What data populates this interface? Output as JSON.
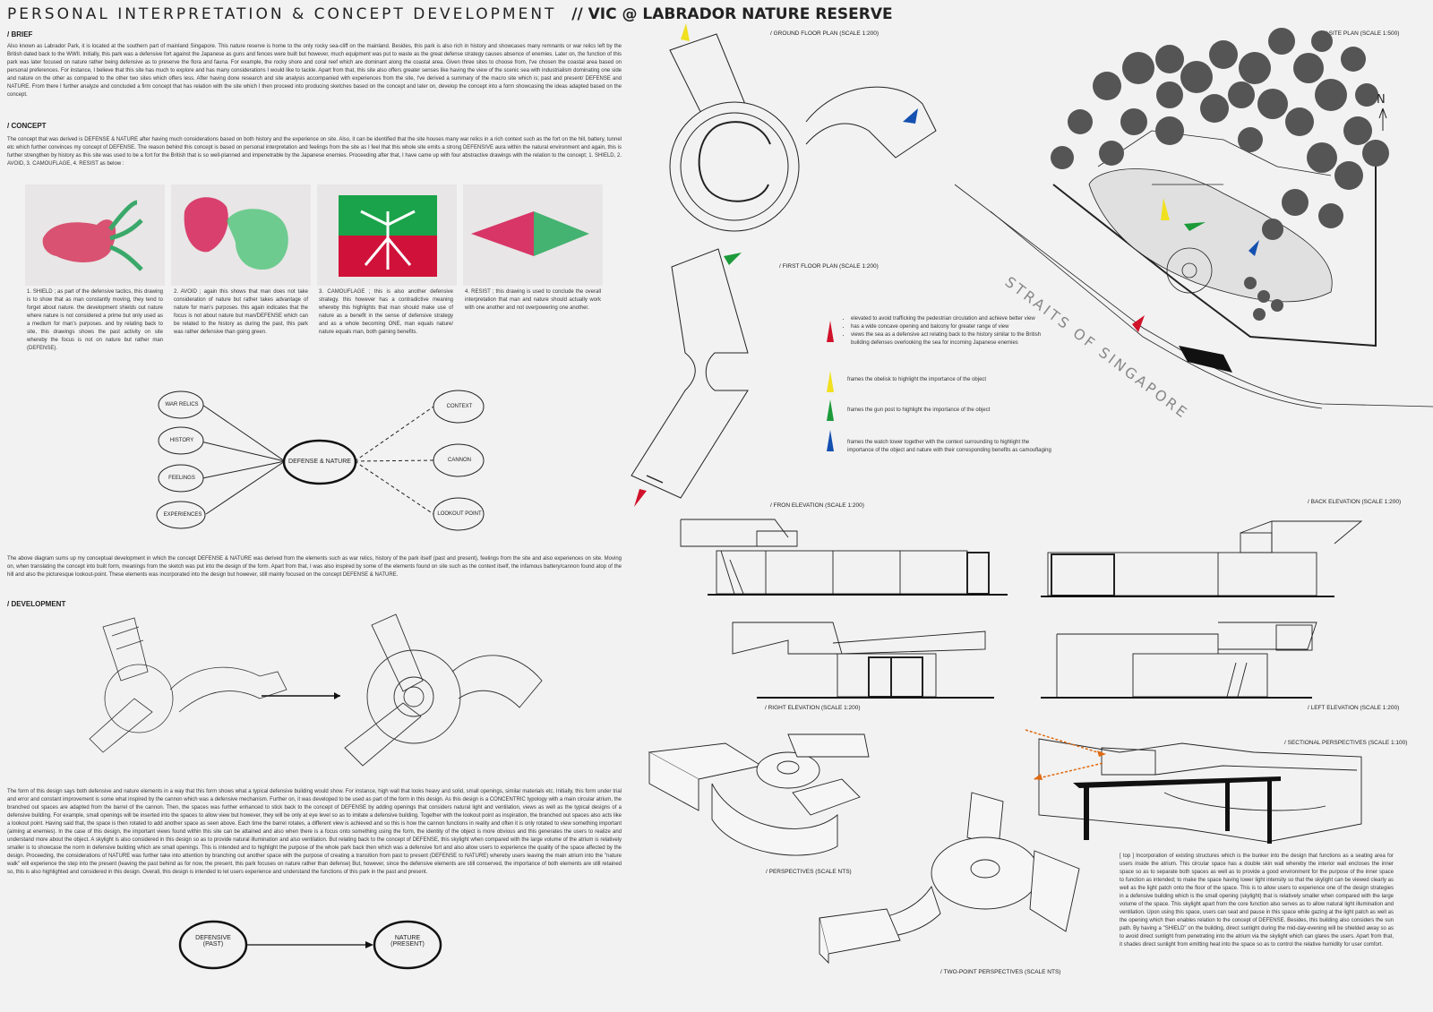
{
  "title": {
    "main": "PERSONAL INTERPRETATION & CONCEPT DEVELOPMENT",
    "sub": "// VIC @ LABRADOR NATURE RESERVE"
  },
  "brief": {
    "heading": "/ BRIEF",
    "text": "Also known as Labrador Park, it is located at the southern part of mainland Singapore. This nature reserve is home to the only rocky sea-cliff on the mainland. Besides, this park is also rich in history and showcases many remnants or war relics left by the British dated back to the WWII. Initially, this park was a defensive fort against the Japanese as guns and fences were built but however, much equipment was put to waste as the great defense strategy causes absence of enemies. Later on, the function of this park was later focused on nature rather being defensive as to preserve the flora and fauna. For example, the rocky shore and coral reef which are dominant along the coastal area. Given three sites to choose from, I've chosen the coastal area based on personal preferences. For instance, I believe that this site has much to explore and has many considerations I would like to tackle. Apart from that, this site also offers greater senses like having the view of the scenic sea with industrialism dominating one side and nature on the other as compared to the other two sites which offers less. After having done research and site analysis accompanied with experiences from the site, I've derived a summary of the macro site which is; past and present/ DEFENSE and NATURE. From there I further analyze and concluded a firm concept that has relation with the site which I then proceed into producing sketches based on the concept and later on, develop the concept into a form showcasing the ideas adapted based on the concept."
  },
  "concept": {
    "heading": "/ CONCEPT",
    "text": "The concept that was derived is DEFENSE & NATURE after having much considerations based on both history and the experience on site. Also, it can be identified that the site houses many war relics in a rich context such as the fort on the hill, battery, tunnel etc which further convinces my concept of DEFENSE. The reason behind this concept is based on personal interpretation and feelings from the site as I feel that this whole site emits a strong DEFENSIVE aura within the natural environment and again, this is further strengthen by history as this site was used to be a fort for the British that is so well-planned and impenetrable by the Japanese enemies. Proceeding after that, I have came up with four abstractive drawings with the relation to the concept; 1. SHIELD, 2. AVOID, 3. CAMOUFLAGE, 4. RESIST as below :"
  },
  "drawings": [
    {
      "caption": "1. SHIELD ; as part of the defensive tactics, this drawing is to show that as man constantly moving, they tend to forget about nature. the development shields out nature where nature is not considered a prime but only used as a medium for man's purposes. and by relating back to site, this drawings shows the past activity on site whereby the focus is not on nature but rather man (DEFENSE)."
    },
    {
      "caption": "2. AVOID ; again this shows that man does not take consideration of nature but rather takes advantage of nature for man's purposes. this again indicates that the focus is not about nature but man/DEFENSE which can be related to the history as during the past, this park was rather defensive than going green."
    },
    {
      "caption": "3. CAMOUFLAGE ; this is also another defensive strategy. this however has a contradictive meaning whereby this highlights that man should make use of nature as a benefit in the sense of defensive strategy and as a whole becoming ONE, man equals nature/ nature equals man, both gaining benefits."
    },
    {
      "caption": "4. RESIST ; this drawing is used to conclude the overall interpretation that man and nature should actually work with one another and not overpowering one another."
    }
  ],
  "mindmap": {
    "center": "DEFENSE & NATURE",
    "left": [
      "WAR RELICS",
      "HISTORY",
      "FEELINGS",
      "EXPERIENCES"
    ],
    "right": [
      "CONTEXT",
      "CANNON",
      "LOOKOUT POINT"
    ]
  },
  "summary_text": "The above diagram sums up my conceptual development in which the concept DEFENSE & NATURE was derived from the elements such as war relics, history of the park itself (past and present), feelings from the site and also experiences on site. Moving on, when translating the concept into built form, meanings from the sketch was put into the design of the form. Apart from that, I was also inspired by some of the elements found on site such as the context itself, the infamous battery/cannon found atop of the hill and also the picturesque lookout-point. These elements was incorporated into the design but however, still mainly focused on the concept DEFENSE & NATURE.",
  "development": {
    "heading": "/ DEVELOPMENT",
    "text": "The form of this design says both defensive and nature elements in a way that this form shows what a typical defensive building would show. For instance, high wall that looks heavy and solid, small openings, similar materials etc. Initially, this form under trial and error and constant improvement is some what inspired by the cannon which was a defensive mechanism. Further on, it was developed to be used as part of the form in this design. As this design is a CONCENTRIC typology with a main circular atrium, the branched out spaces are adapted from the barrel of the cannon. Then, the spaces was further enhanced to stick back to the concept of DEFENSE by adding openings that considers natural light and ventilation, views as well as the typical designs of a defensive building. For example, small openings will be inserted into the spaces to allow view but however, they will be only at eye level so as to imitate a defensive building. Together with the lookout point as inspiration, the branched out spaces also acts like a lookout point. Having said that, the space is then rotated to add another space as seen above. Each time the barrel rotates, a different view is achieved and so this is how the cannon functions in reality and often it is only rotated to view something important (aiming at enemies). In the case of this design, the important views found within this site can be attained and also when there is a focus onto something using the form, the identity of the object is more obvious and this generates the users to realize and understand more about the object. A skylight is also considered in this design so as to provide natural illumination and also ventilation. But relating back to the concept of DEFENSE, this skylight when compared with the large volume of the atrium is relatively smaller is to showcase the norm in defensive building which are small openings. This is intended and to highlight the purpose of the whole park back then which was a defensive fort and also allow users to experience the quality of the space affected by the design. Proceeding, the considerations of NATURE was further take into attention by branching out another space with the purpose of creating a transition from past to present (DEFENSE to NATURE) whereby users leaving the main atrium into the \"nature walk\" will experience the step into the present (leaving the past behind as for now, the present, this park focuses on nature rather than defense) But, however, since the defensive elements are still conserved, the importance of both elements are still retained so, this is also highlighted and considered in this design. Overall, this design is intended to let users experience and understand the functions of this park in the past and present.",
    "from": "DEFENSIVE (PAST)",
    "to": "NATURE (PRESENT)"
  },
  "labels": {
    "ground": "/ GROUND FLOOR PLAN (SCALE 1:200)",
    "first": "/ FIRST FLOOR PLAN (SCALE 1:200)",
    "site": "/ SITE PLAN (SCALE 1:500)",
    "front": "/ FRON ELEVATION (SCALE 1:200)",
    "back": "/ BACK ELEVATION (SCALE 1:200)",
    "right": "/ RIGHT ELEVATION (SCALE 1:200)",
    "left": "/ LEFT ELEVATION (SCALE 1:200)",
    "sectional": "/ SECTIONAL PERSPECTIVES (SCALE 1:100)",
    "persp": "/ PERSPECTIVES (SCALE NTS)",
    "twopoint": "/ TWO-POINT PERSPECTIVES (SCALE NTS)",
    "straits": "STRAITS OF SINGAPORE",
    "north": "N"
  },
  "legend": {
    "red": [
      "elevated to avoid trafficking the pedestrian circulation and achieve better view",
      "has a wide concave opening and balcony for greater range of view",
      "views the sea as a defensive act relating back to the history similar to the British building defenses overlooking the sea for incoming Japanese enemies"
    ],
    "yellow": "frames the obelisk to highlight the importance of the object",
    "green": "frames the gun post to highlight the importance of the object",
    "blue": "frames the watch tower together with the context surrounding to highlight the importance of the object and nature with their corresponding benefits as camouflaging"
  },
  "sectional_text": "[ top ] Incorporation of existing structures which is the bunker into the design that functions as a seating area for users inside the atrium. This circular space has a double skin wall whereby the interior wall encloses the inner space so as to separate both spaces as well as to provide a good environment for the purpose of the inner space to function as intended; to make the space having lower light intensity so that the skylight can be viewed clearly as well as the light patch onto the floor of the space. This is to allow users to experience one of the design strategies in a defensive building which is the small opening (skylight) that is relatively smaller when compared with the large volume of the space. This skylight apart from the core function also serves as to allow natural light illumination and ventilation. Upon using this space, users can seat and pause in this space while gazing at the light patch as well as the opening which then enables relation to the concept of DEFENSE. Besides, this building also considers the sun path. By having a \"SHIELD\" on the building, direct sunlight during the mid-day-evening will be shielded away so as to avoid direct sunlight from penetrating into the atrium via the skylight which can glares the users. Apart from that, it shades direct sunlight from emitting heat into the space so as to control the relative humidity for user comfort.",
  "colors": {
    "red": "#d0122a",
    "yellow": "#f0e020",
    "green": "#1c9a3a",
    "blue": "#1450b0",
    "orange": "#e06a10"
  }
}
